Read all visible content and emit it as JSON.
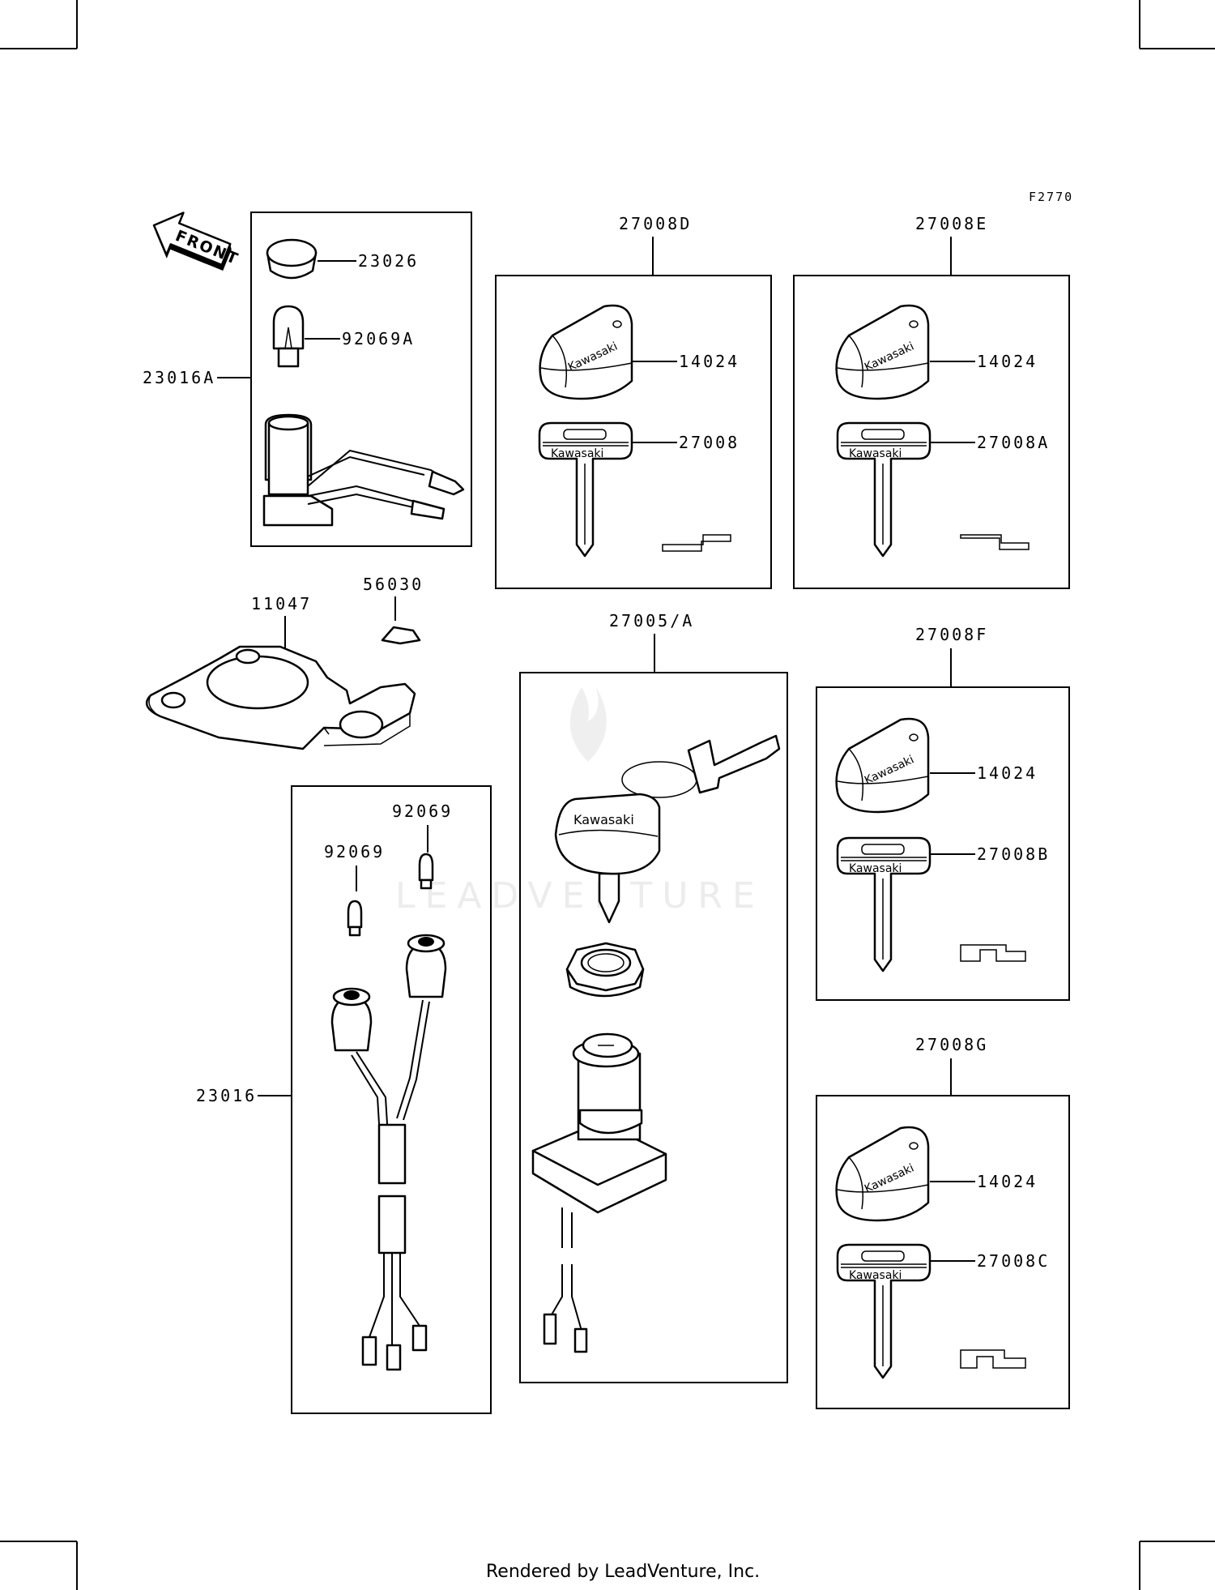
{
  "figure_code": "F2770",
  "front_label": "FRONT",
  "watermark": "LEADVENTURE",
  "footer": "Rendered by LeadVenture, Inc.",
  "brand_mark": "Kawasaki",
  "labels": {
    "p23026": "23026",
    "p92069A": "92069A",
    "p23016A": "23016A",
    "p27008D": "27008D",
    "p27008E": "27008E",
    "p14024_d": "14024",
    "p27008": "27008",
    "p14024_e": "14024",
    "p27008A": "27008A",
    "p56030": "56030",
    "p11047": "11047",
    "p27005A": "27005/A",
    "p27008F": "27008F",
    "p14024_f": "14024",
    "p27008B": "27008B",
    "p92069_a": "92069",
    "p92069_b": "92069",
    "p23016": "23016",
    "p27008G": "27008G",
    "p14024_g": "14024",
    "p27008C": "27008C"
  }
}
